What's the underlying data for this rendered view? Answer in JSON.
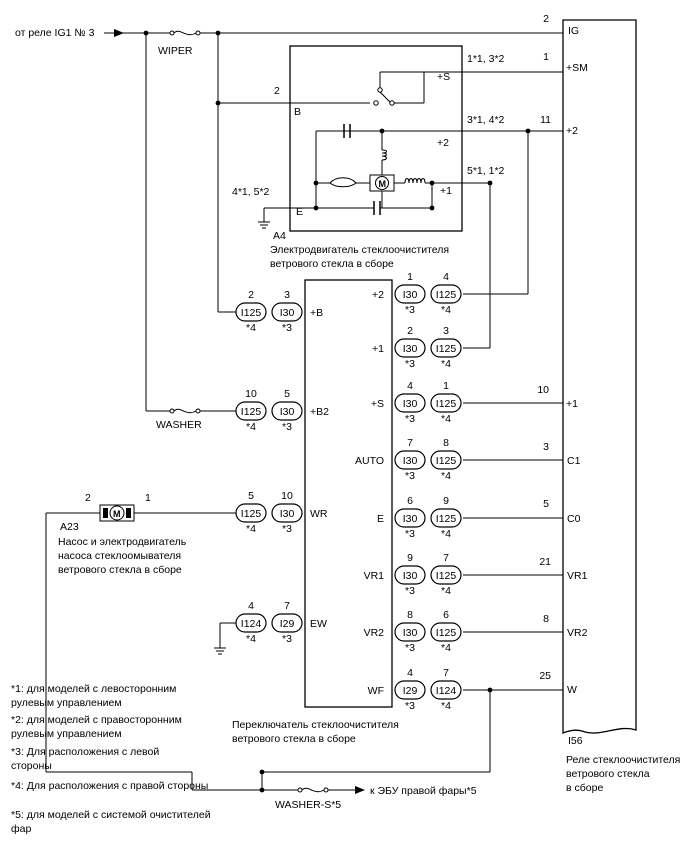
{
  "source": "от реле IG1 № 3",
  "fuses": {
    "wiper": "WIPER",
    "washer": "WASHER",
    "washer_s": "WASHER-S*5"
  },
  "ecu_label": "к ЭБУ правой фары*5",
  "relay": {
    "id": "I56",
    "title": [
      "Реле стеклоочистителя",
      "ветрового стекла",
      "в сборе"
    ],
    "pins": [
      {
        "num": "2",
        "label": "IG"
      },
      {
        "num": "1",
        "label": "+SM"
      },
      {
        "num": "11",
        "label": "+2"
      },
      {
        "num": "10",
        "label": "+1"
      },
      {
        "num": "3",
        "label": "C1"
      },
      {
        "num": "5",
        "label": "C0"
      },
      {
        "num": "21",
        "label": "VR1"
      },
      {
        "num": "8",
        "label": "VR2"
      },
      {
        "num": "25",
        "label": "W"
      }
    ]
  },
  "motor": {
    "id": "A4",
    "title": [
      "Электродвигатель стеклоочистителя",
      "ветрового стекла в сборе"
    ],
    "pin_labels": [
      "+S",
      "B",
      "+2",
      "+1",
      "E"
    ],
    "pin_refs": [
      "1*1, 3*2",
      "2",
      "3*1, 4*2",
      "5*1, 1*2",
      "4*1, 5*2"
    ]
  },
  "pump": {
    "id": "A23",
    "pins": [
      "2",
      "1"
    ],
    "title": [
      "Насос и электродвигатель",
      "насоса стеклоомывателя",
      "ветрового стекла в сборе"
    ]
  },
  "switch": {
    "title": [
      "Переключатель стеклоочистителя",
      "ветрового стекла в сборе"
    ],
    "left": [
      {
        "label": "+B",
        "c1": "I125",
        "c2": "I30",
        "p1": "2",
        "p2": "3",
        "s1": "*4",
        "s2": "*3"
      },
      {
        "label": "+B2",
        "c1": "I125",
        "c2": "I30",
        "p1": "10",
        "p2": "5",
        "s1": "*4",
        "s2": "*3"
      },
      {
        "label": "WR",
        "c1": "I125",
        "c2": "I30",
        "p1": "5",
        "p2": "10",
        "s1": "*4",
        "s2": "*3"
      },
      {
        "label": "EW",
        "c1": "I124",
        "c2": "I29",
        "p1": "4",
        "p2": "7",
        "s1": "*4",
        "s2": "*3"
      }
    ],
    "right": [
      {
        "label": "+2",
        "c1": "I30",
        "c2": "I125",
        "p1": "1",
        "p2": "4",
        "s1": "*3",
        "s2": "*4"
      },
      {
        "label": "+1",
        "c1": "I30",
        "c2": "I125",
        "p1": "2",
        "p2": "3",
        "s1": "*3",
        "s2": "*4"
      },
      {
        "label": "+S",
        "c1": "I30",
        "c2": "I125",
        "p1": "4",
        "p2": "1",
        "s1": "*3",
        "s2": "*4"
      },
      {
        "label": "AUTO",
        "c1": "I30",
        "c2": "I125",
        "p1": "7",
        "p2": "8",
        "s1": "*3",
        "s2": "*4"
      },
      {
        "label": "E",
        "c1": "I30",
        "c2": "I125",
        "p1": "6",
        "p2": "9",
        "s1": "*3",
        "s2": "*4"
      },
      {
        "label": "VR1",
        "c1": "I30",
        "c2": "I125",
        "p1": "9",
        "p2": "7",
        "s1": "*3",
        "s2": "*4"
      },
      {
        "label": "VR2",
        "c1": "I30",
        "c2": "I125",
        "p1": "8",
        "p2": "6",
        "s1": "*3",
        "s2": "*4"
      },
      {
        "label": "WF",
        "c1": "I29",
        "c2": "I124",
        "p1": "4",
        "p2": "7",
        "s1": "*3",
        "s2": "*4"
      }
    ]
  },
  "notes": [
    [
      "*1: для моделей с левосторонним",
      "рулевым управлением"
    ],
    [
      "*2: для моделей с правосторонним",
      "рулевым управлением"
    ],
    [
      "*3: Для расположения с левой",
      "стороны"
    ],
    [
      "*4: Для расположения с правой стороны"
    ],
    [
      "*5: для моделей с системой очистителей",
      "фар"
    ]
  ]
}
